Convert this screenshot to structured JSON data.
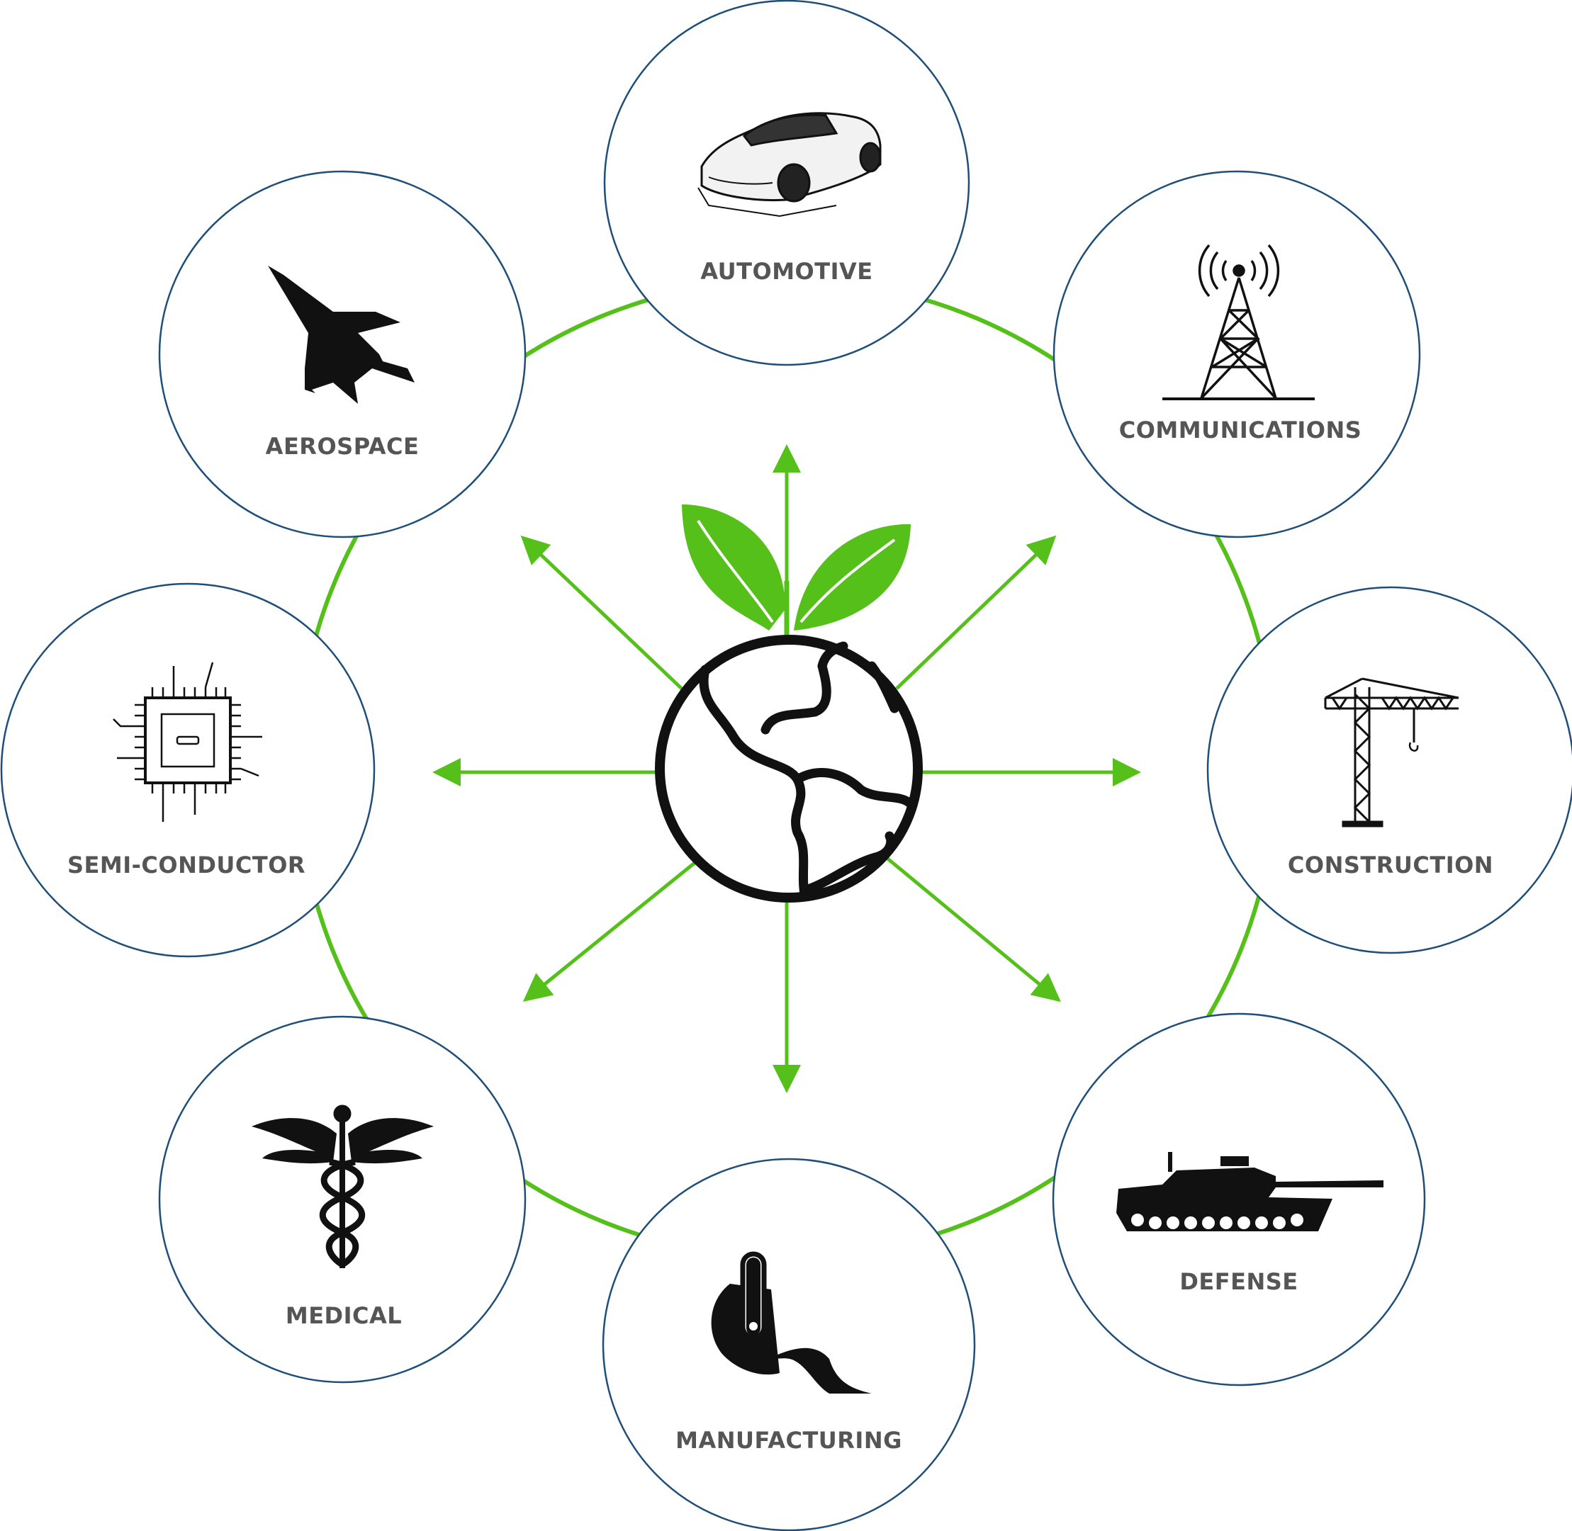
{
  "colors": {
    "accent_green": "#55C01A",
    "circle_stroke": "#1F4E79",
    "label_text": "#555555",
    "icon": "#111111",
    "background": "#FFFFFF"
  },
  "center": {
    "icon": "globe-with-sprout-icon"
  },
  "nodes": [
    {
      "id": "automotive",
      "label": "AUTOMOTIVE",
      "icon": "car-icon"
    },
    {
      "id": "communications",
      "label": "COMMUNICATIONS",
      "icon": "radio-tower-icon"
    },
    {
      "id": "construction",
      "label": "CONSTRUCTION",
      "icon": "tower-crane-icon"
    },
    {
      "id": "defense",
      "label": "DEFENSE",
      "icon": "tank-icon"
    },
    {
      "id": "manufacturing",
      "label": "MANUFACTURING",
      "icon": "manufacturing-icon"
    },
    {
      "id": "medical",
      "label": "MEDICAL",
      "icon": "caduceus-icon"
    },
    {
      "id": "semiconductor",
      "label": "SEMI-CONDUCTOR",
      "icon": "microchip-icon"
    },
    {
      "id": "aerospace",
      "label": "AEROSPACE",
      "icon": "fighter-jet-icon"
    }
  ]
}
